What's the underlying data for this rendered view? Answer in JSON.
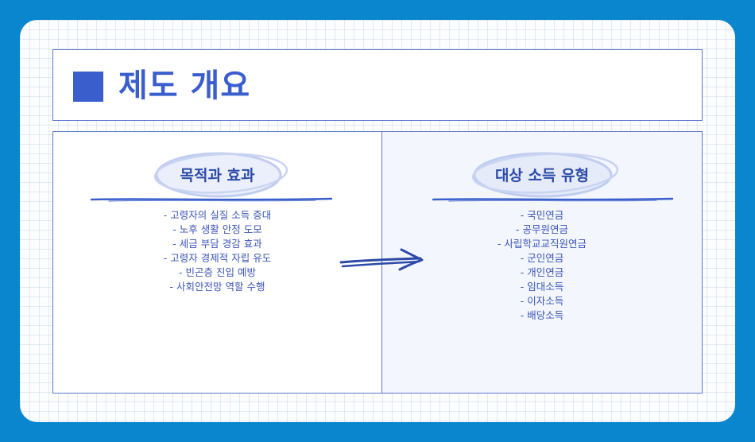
{
  "title": "제도 개요",
  "left": {
    "heading": "목적과 효과",
    "items": [
      "- 고령자의 실질 소득 증대",
      "- 노후 생활 안정 도모",
      "- 세금 부담 경감 효과",
      "- 고령자 경제적 자립 유도",
      "- 빈곤층 진입 예방",
      "- 사회안전망 역할 수행"
    ]
  },
  "right": {
    "heading": "대상 소득 유형",
    "items": [
      "- 국민연금",
      "- 공무원연금",
      "- 사립학교교직원연금",
      "- 군인연금",
      "- 개인연금",
      "- 임대소득",
      "- 이자소득",
      "- 배당소득"
    ]
  },
  "colors": {
    "background": "#0a86cf",
    "accent": "#3a5fcd",
    "text": "#3b55b5",
    "border": "#5b78c9"
  },
  "icons": {
    "title_marker": "square-icon",
    "arrow": "arrow-right-icon"
  }
}
